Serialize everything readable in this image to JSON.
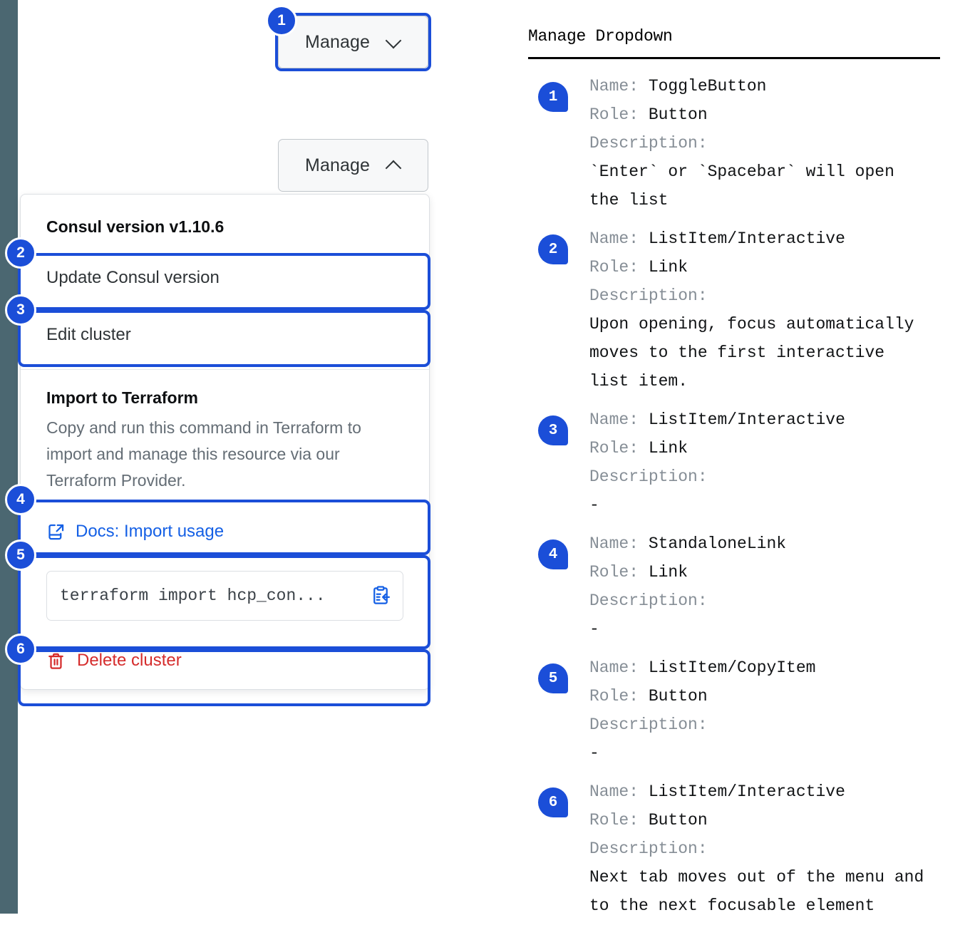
{
  "rail": {
    "color": "#4b6771"
  },
  "accent": {
    "blue": "#1b4ed8",
    "link": "#1560e5",
    "danger": "#d52c2c"
  },
  "buttons": {
    "toggle_closed_label": "Manage",
    "toggle_open_label": "Manage",
    "chevron_down_name": "chevron-down-icon",
    "chevron_up_name": "chevron-up-icon"
  },
  "dropdown": {
    "version_heading": "Consul version v1.10.6",
    "update_item": "Update Consul version",
    "edit_item": "Edit cluster",
    "terraform_title": "Import to Terraform",
    "terraform_body": "Copy and run this command in Terraform to import and manage this resource via our Terraform Provider.",
    "docs_link": "Docs: Import usage",
    "copy_command": "terraform import hcp_con...",
    "delete_item": "Delete cluster"
  },
  "markers": [
    "1",
    "2",
    "3",
    "4",
    "5",
    "6"
  ],
  "legend": {
    "title": "Manage Dropdown",
    "labels": {
      "name": "Name:",
      "role": "Role:",
      "description": "Description:"
    },
    "items": [
      {
        "num": "1",
        "name": "ToggleButton",
        "role": "Button",
        "description": "`Enter` or `Spacebar` will open\nthe list"
      },
      {
        "num": "2",
        "name": "ListItem/Interactive",
        "role": "Link",
        "description": "Upon opening, focus automatically\nmoves to the first interactive\nlist item."
      },
      {
        "num": "3",
        "name": "ListItem/Interactive",
        "role": "Link",
        "description": "-"
      },
      {
        "num": "4",
        "name": "StandaloneLink",
        "role": "Link",
        "description": "-"
      },
      {
        "num": "5",
        "name": "ListItem/CopyItem",
        "role": "Button",
        "description": "-"
      },
      {
        "num": "6",
        "name": "ListItem/Interactive",
        "role": "Button",
        "description": "Next tab moves out of the menu and\nto the next focusable element"
      }
    ]
  }
}
